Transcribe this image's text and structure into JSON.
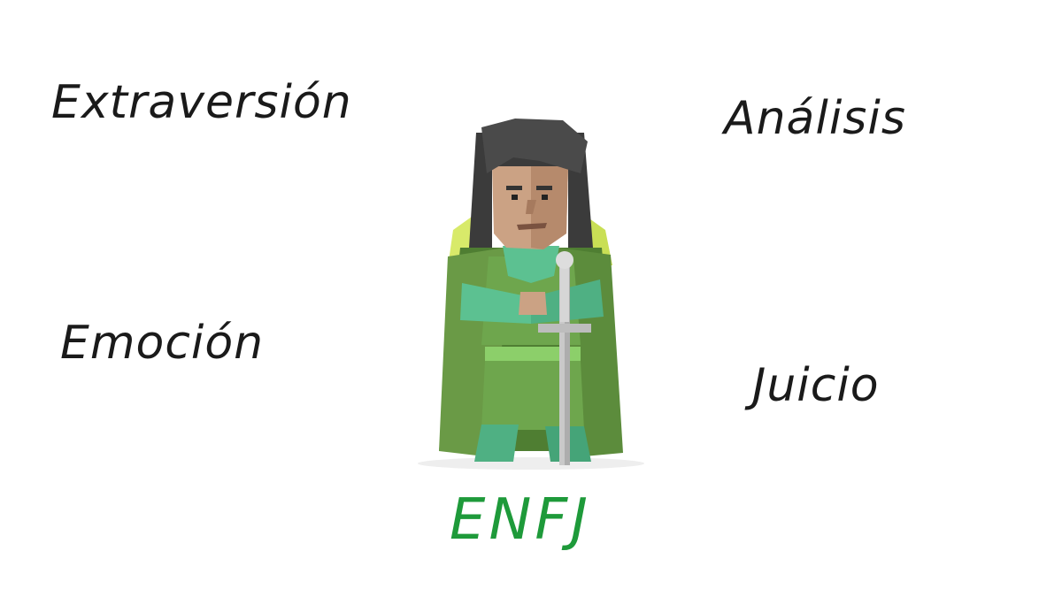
{
  "traits": {
    "extraversion": "Extraversión",
    "analisis": "Análisis",
    "emocion": "Emoción",
    "juicio": "Juicio"
  },
  "type_code": {
    "label": "ENFJ",
    "color": "#1e9a3a"
  },
  "illustration": {
    "icon": "protagonist-knight-icon",
    "colors": {
      "cloak": "#6a9a46",
      "tunic": "#5cc191",
      "hair": "#474747",
      "skin": "#cba284",
      "sword": "#c9c9c9",
      "glow": "#d8ea6a"
    }
  }
}
